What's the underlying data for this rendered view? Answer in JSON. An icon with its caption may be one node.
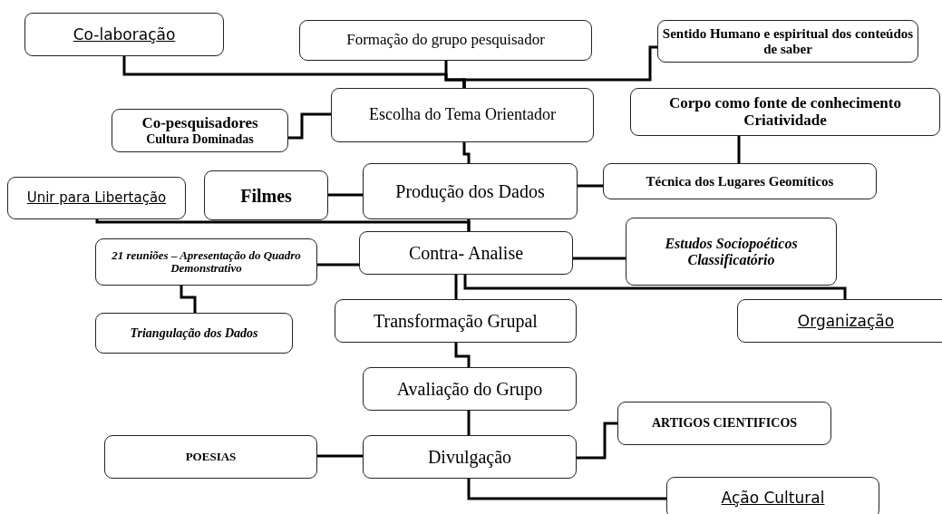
{
  "diagram": {
    "nodes": [
      {
        "text": [
          "Co-laboração"
        ]
      },
      {
        "text": [
          "Formação do grupo pesquisador"
        ]
      },
      {
        "text": [
          "Sentido Humano e espiritual dos conteúdos de saber"
        ]
      },
      {
        "text": [
          "Escolha do Tema Orientador"
        ]
      },
      {
        "text": [
          "Co-pesquisadores",
          "Cultura Dominadas"
        ]
      },
      {
        "text": [
          "Corpo como fonte de conhecimento",
          "Criatividade"
        ]
      },
      {
        "text": [
          "Unir para Libertação"
        ]
      },
      {
        "text": [
          "Filmes"
        ]
      },
      {
        "text": [
          "Produção dos Dados"
        ]
      },
      {
        "text": [
          "Técnica dos Lugares Geomíticos"
        ]
      },
      {
        "text": [
          "21 reuniões – Apresentação do Quadro Demonstrativo"
        ]
      },
      {
        "text": [
          "Contra- Analise"
        ]
      },
      {
        "text": [
          "Estudos Sociopoéticos Classificatório"
        ]
      },
      {
        "text": [
          "Triangulação dos Dados"
        ]
      },
      {
        "text": [
          "Transformação Grupal"
        ]
      },
      {
        "text": [
          "Organização"
        ]
      },
      {
        "text": [
          "Avaliação do Grupo"
        ]
      },
      {
        "text": [
          "ARTIGOS CIENTIFICOS"
        ]
      },
      {
        "text": [
          "POESIAS"
        ]
      },
      {
        "text": [
          "Divulgação"
        ]
      },
      {
        "text": [
          "Ação Cultural"
        ]
      }
    ],
    "edges": [
      {
        "from": 0,
        "to": 3,
        "arrow": "none"
      },
      {
        "from": 1,
        "to": 3,
        "arrow": "none"
      },
      {
        "from": 2,
        "to": 3,
        "arrow": "none"
      },
      {
        "from": 4,
        "to": 3,
        "arrow": "none"
      },
      {
        "from": 3,
        "to": 8,
        "arrow": "none"
      },
      {
        "from": 7,
        "to": 8,
        "arrow": "none"
      },
      {
        "from": 8,
        "to": 9,
        "arrow": "none"
      },
      {
        "from": 9,
        "to": 5,
        "arrow": "none"
      },
      {
        "from": 8,
        "to": 11,
        "arrow": "none"
      },
      {
        "from": 6,
        "to": 11,
        "arrow": "none"
      },
      {
        "from": 10,
        "to": 11,
        "arrow": "none"
      },
      {
        "from": 10,
        "to": 13,
        "arrow": "none"
      },
      {
        "from": 11,
        "to": 12,
        "arrow": "none"
      },
      {
        "from": 11,
        "to": 14,
        "arrow": "none"
      },
      {
        "from": 11,
        "to": 15,
        "arrow": "none"
      },
      {
        "from": 14,
        "to": 16,
        "arrow": "none"
      },
      {
        "from": 16,
        "to": 19,
        "arrow": "none"
      },
      {
        "from": 19,
        "to": 18,
        "arrow": "none"
      },
      {
        "from": 19,
        "to": 17,
        "arrow": "none"
      },
      {
        "from": 19,
        "to": 20,
        "arrow": "none"
      }
    ]
  }
}
